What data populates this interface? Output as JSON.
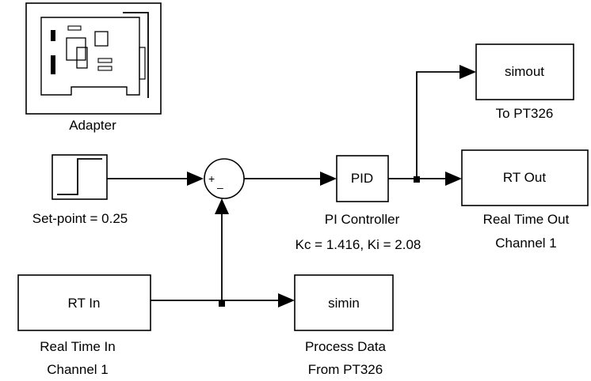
{
  "blocks": {
    "adapter": {
      "caption": "Adapter"
    },
    "step": {
      "caption": "Set-point = 0.25"
    },
    "sum": {
      "plus": "+",
      "minus": "–"
    },
    "pid": {
      "label": "PID",
      "caption_line1": "PI Controller",
      "caption_line2": "Kc = 1.416, Ki = 2.08"
    },
    "simout": {
      "label": "simout",
      "caption": "To PT326"
    },
    "rt_out": {
      "label": "RT Out",
      "caption_line1": "Real Time Out",
      "caption_line2": "Channel 1"
    },
    "rt_in": {
      "label": "RT In",
      "caption_line1": "Real Time In",
      "caption_line2": "Channel 1"
    },
    "simin": {
      "label": "simin",
      "caption_line1": "Process Data",
      "caption_line2": "From PT326"
    }
  }
}
